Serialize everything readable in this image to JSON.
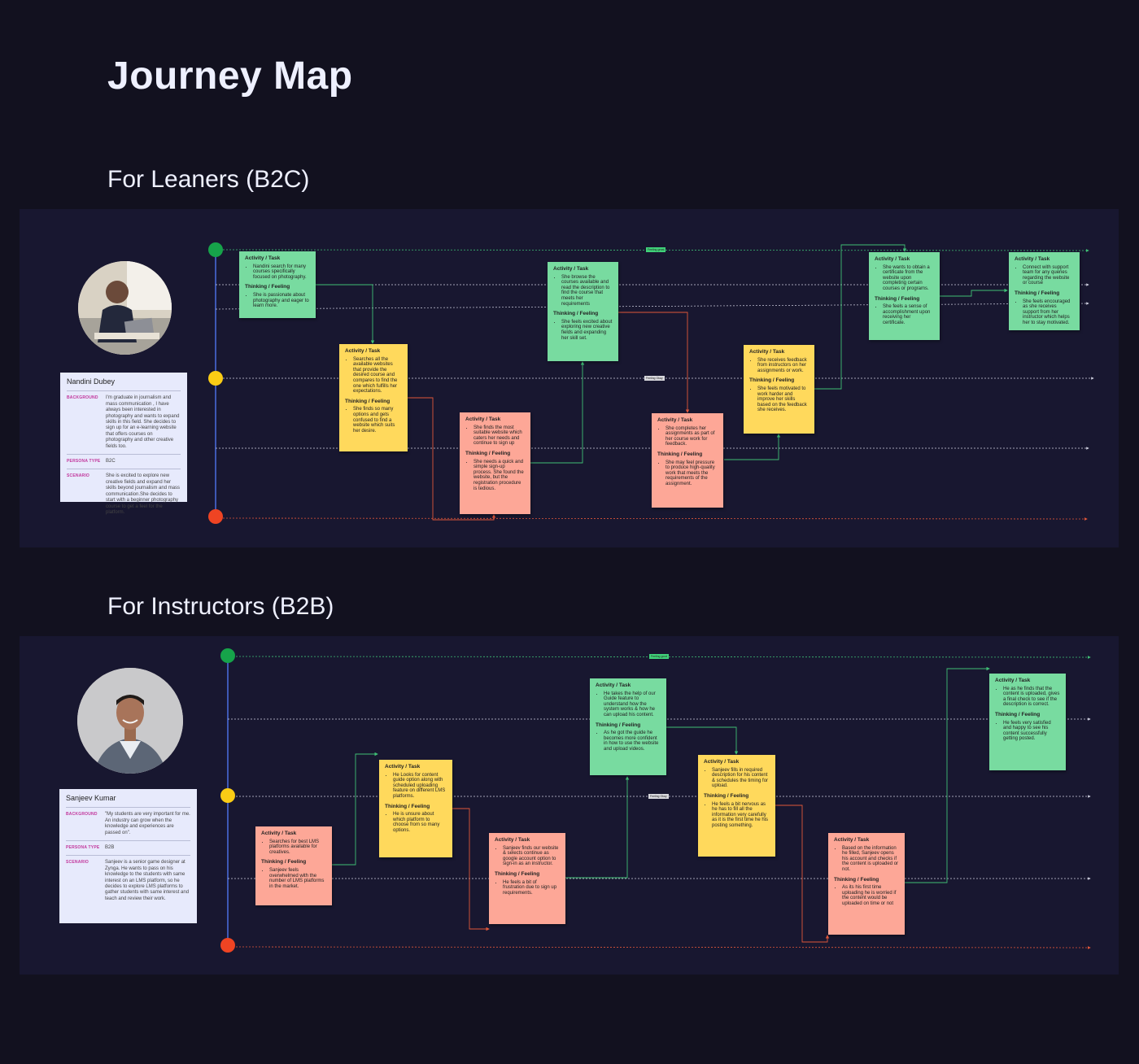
{
  "page": {
    "title": "Journey Map"
  },
  "b2c": {
    "section_title": "For Leaners (B2C)",
    "emotion_tags": {
      "high": "Feeling great",
      "mid": "Feeling Okay"
    },
    "persona": {
      "name": "Nandini Dubey",
      "background_label": "BACKGROUND",
      "background": "I'm graduate in journalism and mass communication , I have always been interested in photography and wants to expand skills in this field. She decides to sign up for an e-learning website that offers courses on photography and other creative fields too.",
      "type_label": "PERSONA TYPE",
      "type": "B2C",
      "scenario_label": "SCENARIO",
      "scenario": "She is excited to explore new creative fields and expand her skills beyond journalism and mass communication.She decides to start with a beginner photography course to get a feel for the platform."
    },
    "notes": [
      {
        "color": "green",
        "h1": "Activity / Task",
        "t1": "Nandini search for many courses specifically focused on photography.",
        "h2": "Thinking / Feeling",
        "t2": "She is passionate about photography and eager to learn more."
      },
      {
        "color": "yellow",
        "h1": "Activity / Task",
        "t1": "Searches all the available websites that provide the desired course and compares to find the one which fulfills her expectations.",
        "h2": "Thinking / Feeling",
        "t2": "She finds so many options and gets confused to find a website which suits her desire."
      },
      {
        "color": "pink",
        "h1": "Activity / Task",
        "t1": "She finds the most suitable website which caters her needs and continue to sign up",
        "h2": "Thinking / Feeling",
        "t2": "She needs a quick and simple sign-up process. She found the website, but the registration procedure is tedious."
      },
      {
        "color": "green",
        "h1": "Activity / Task",
        "t1": "She browse the courses available and read the description to find the course that meets her requirements",
        "h2": "Thinking / Feeling",
        "t2": "She feels excited about exploring new creative fields and expanding her skill set."
      },
      {
        "color": "pink",
        "h1": "Activity / Task",
        "t1": "She completes her assignments as part of her course work for feedback.",
        "h2": "Thinking / Feeling",
        "t2": "She may feel pressure to produce high-quality work that meets the requirements of the assignment."
      },
      {
        "color": "yellow",
        "h1": "Activity / Task",
        "t1": "She receives feedback from instructors on her assignments or work.",
        "h2": "Thinking / Feeling",
        "t2": "She feels motivated to work harder and improve her skills based on the feedback she receives."
      },
      {
        "color": "green",
        "h1": "Activity / Task",
        "t1": "She wants to obtain a certificate from the website upon completing certain courses or programs.",
        "h2": "Thinking / Feeling",
        "t2": "She feels a sense of accomplishment upon receiving her certificate."
      },
      {
        "color": "green",
        "h1": "Activity / Task",
        "t1": "Connect with support team for any queries regarding the website or course",
        "h2": "Thinking / Feeling",
        "t2": "She feels encouraged as she receives support from her instructor which helps her to stay motivated."
      }
    ]
  },
  "b2b": {
    "section_title": "For Instructors (B2B)",
    "emotion_tags": {
      "high": "Feeling good",
      "mid": "Feeling Okay"
    },
    "persona": {
      "name": "Sanjeev Kumar",
      "background_label": "BACKGROUND",
      "background": "\"My students are very important for me. An industry can grow when the knowledge and experiences are passed on\".",
      "type_label": "PERSONA TYPE",
      "type": "B2B",
      "scenario_label": "SCENARIO",
      "scenario": "Sanjeev is a senior game designer at Zynga. He wants to pass on his knowledge to the students with same interest on an LMS platform, so he decides to explore LMS platforms to gather students with same interest and teach and review their work."
    },
    "notes": [
      {
        "color": "pink",
        "h1": "Activity / Task",
        "t1": "Searches for best LMS platforms available for creatives.",
        "h2": "Thinking / Feeling",
        "t2": "Sanjeev feels overwhelmed with the number of LMS platforms in the market."
      },
      {
        "color": "yellow",
        "h1": "Activity / Task",
        "t1": "He Looks for content guide option along with scheduled uploading feature on different LMS platforms.",
        "h2": "Thinking / Feeling",
        "t2": "He is unsure about which platform to choose from so many options."
      },
      {
        "color": "pink",
        "h1": "Activity / Task",
        "t1": "Sanjeev finds our website & selects continue as google account option to sign-in as an instructor.",
        "h2": "Thinking / Feeling",
        "t2": "He feels a bit of frustration due to sign up requirements."
      },
      {
        "color": "green",
        "h1": "Activity / Task",
        "t1": "He takes the help of our Guide feature to understand how the system works & how he can upload his content.",
        "h2": "Thinking / Feeling",
        "t2": "As he got the guide he becomes more confident in how to use the website and upload videos."
      },
      {
        "color": "yellow",
        "h1": "Activity / Task",
        "t1": "Sanjeev fills in required description for his content & schedules the timing for upload.",
        "h2": "Thinking / Feeling",
        "t2": "He feels a bit nervous as he has to fill all the information very carefully as it is the first time he his posting something."
      },
      {
        "color": "pink",
        "h1": "Activity / Task",
        "t1": "Based on the information he filled, Sanjeev opens his account and checks if the content is uploaded or not.",
        "h2": "Thinking / Feeling",
        "t2": "As its his first time uploading he is worried if the content would be uploaded on time or not"
      },
      {
        "color": "green",
        "h1": "Activity / Task",
        "t1": "He as he finds that the content is uploaded, gives a final check to see if the description is correct.",
        "h2": "Thinking / Feeling",
        "t2": "He feels very satisfied and happy to see his content successfully getting posted."
      }
    ]
  }
}
